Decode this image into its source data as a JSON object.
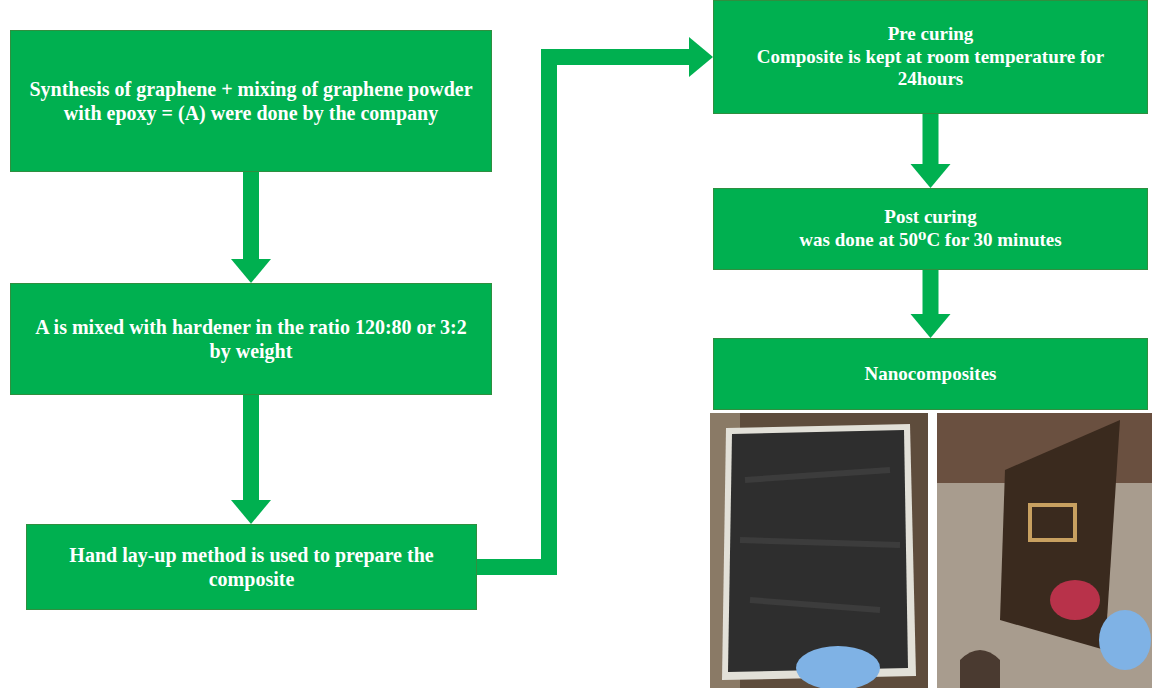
{
  "diagram": {
    "nodes": [
      {
        "text": [
          "Synthesis of graphene + mixing of graphene powder with epoxy = (A) were done by the company"
        ]
      },
      {
        "text": [
          "A is mixed with hardener in the ratio 120:80 or 3:2 by weight"
        ]
      },
      {
        "text": [
          "Hand lay-up method is used to prepare the composite"
        ]
      },
      {
        "text": [
          "Pre curing",
          "Composite is kept at room temperature for 24hours"
        ]
      },
      {
        "text": [
          "Post curing",
          "was done at 50⁰C for 30 minutes"
        ]
      },
      {
        "text": [
          "Nanocomposites"
        ]
      }
    ],
    "edges": [
      {
        "from": 0,
        "to": 1,
        "arrow": "to"
      },
      {
        "from": 1,
        "to": 2,
        "arrow": "to"
      },
      {
        "from": 2,
        "to": 3,
        "arrow": "to"
      },
      {
        "from": 3,
        "to": 4,
        "arrow": "to"
      },
      {
        "from": 4,
        "to": 5,
        "arrow": "to"
      }
    ]
  }
}
